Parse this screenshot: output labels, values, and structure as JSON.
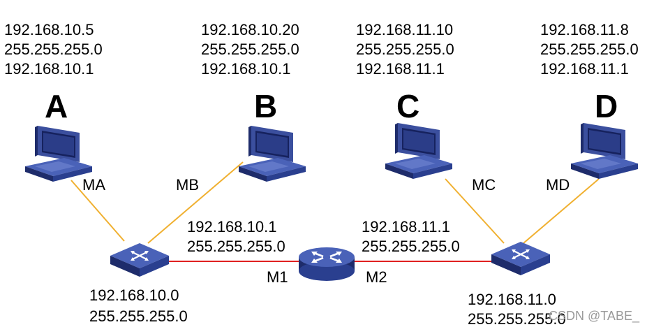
{
  "hosts": {
    "a": {
      "letter": "A",
      "ip": "192.168.10.5",
      "mask": "255.255.255.0",
      "gateway": "192.168.10.1",
      "mac": "MA"
    },
    "b": {
      "letter": "B",
      "ip": "192.168.10.20",
      "mask": "255.255.255.0",
      "gateway": "192.168.10.1",
      "mac": "MB"
    },
    "c": {
      "letter": "C",
      "ip": "192.168.11.10",
      "mask": "255.255.255.0",
      "gateway": "192.168.11.1",
      "mac": "MC"
    },
    "d": {
      "letter": "D",
      "ip": "192.168.11.8",
      "mask": "255.255.255.0",
      "gateway": "192.168.11.1",
      "mac": "MD"
    }
  },
  "router": {
    "if1": {
      "ip": "192.168.10.1",
      "mask": "255.255.255.0",
      "mac": "M1"
    },
    "if2": {
      "ip": "192.168.11.1",
      "mask": "255.255.255.0",
      "mac": "M2"
    }
  },
  "switches": {
    "left": {
      "network": "192.168.10.0",
      "mask": "255.255.255.0"
    },
    "right": {
      "network": "192.168.11.0",
      "mask": "255.255.255.0"
    }
  },
  "watermark": "CSDN @TABE_",
  "colors": {
    "host_link": "#f0b030",
    "router_link": "#e02020",
    "device_body": "#2a3f8f",
    "device_top": "#4a62b8",
    "screen": "#1a2870"
  }
}
